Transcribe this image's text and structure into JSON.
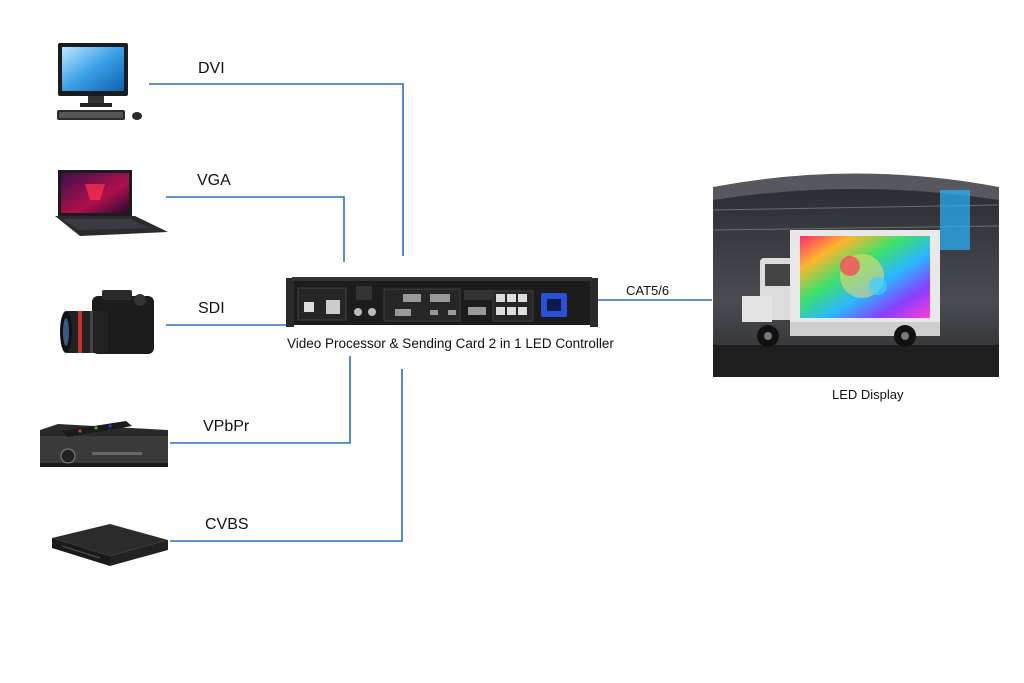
{
  "sources": [
    {
      "id": "desktop",
      "icon": "desktop-computer-icon",
      "signal": "DVI"
    },
    {
      "id": "laptop",
      "icon": "laptop-icon",
      "signal": "VGA"
    },
    {
      "id": "camera",
      "icon": "camera-icon",
      "signal": "SDI"
    },
    {
      "id": "settop",
      "icon": "set-top-box-icon",
      "signal": "VPbPr"
    },
    {
      "id": "dvd",
      "icon": "dvd-player-icon",
      "signal": "CVBS"
    }
  ],
  "controller": {
    "icon": "led-controller-icon",
    "label": "Video Processor & Sending Card 2 in 1 LED Controller"
  },
  "output": {
    "cable_label": "CAT5/6",
    "icon": "led-truck-display-icon",
    "label": "LED Display"
  },
  "colors": {
    "line": "#2a6fc4",
    "device": "#1c1c1c",
    "accent": "#2b4fd6"
  }
}
